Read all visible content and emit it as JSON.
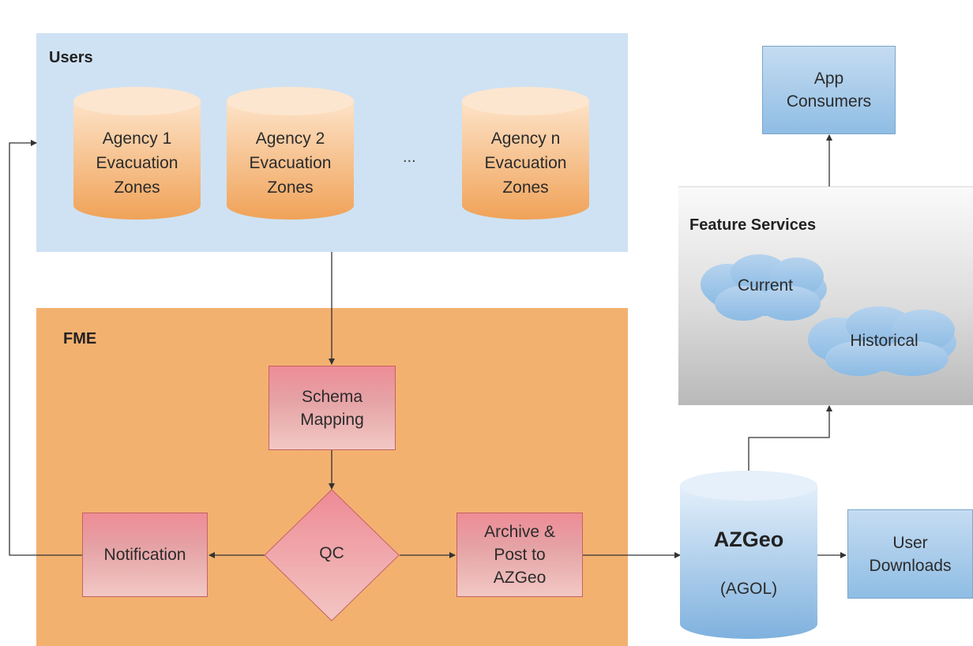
{
  "panels": {
    "users": "Users",
    "fme": "FME",
    "feature_services": "Feature Services"
  },
  "agencies": [
    {
      "label": "Agency 1\nEvacuation\nZones"
    },
    {
      "label": "Agency 2\nEvacuation\nZones"
    },
    {
      "label": "Agency n\nEvacuation\nZones"
    }
  ],
  "ellipsis": "...",
  "process": {
    "schema_mapping": "Schema\nMapping",
    "qc": "QC",
    "notification": "Notification",
    "archive_post": "Archive &\nPost to\nAZGeo"
  },
  "azgeo": {
    "title": "AZGeo",
    "subtitle": "(AGOL)"
  },
  "clouds": {
    "current": "Current",
    "historical": "Historical"
  },
  "outputs": {
    "app_consumers": "App\nConsumers",
    "user_downloads": "User\nDownloads"
  },
  "colors": {
    "users_panel": "#cfe2f3",
    "fme_panel": "#f3b170",
    "cylinder_orange": "#f2a95e",
    "process_red": "#e5a2a5",
    "azgeo_blue": "#8fbde4",
    "arrow": "#333333"
  }
}
